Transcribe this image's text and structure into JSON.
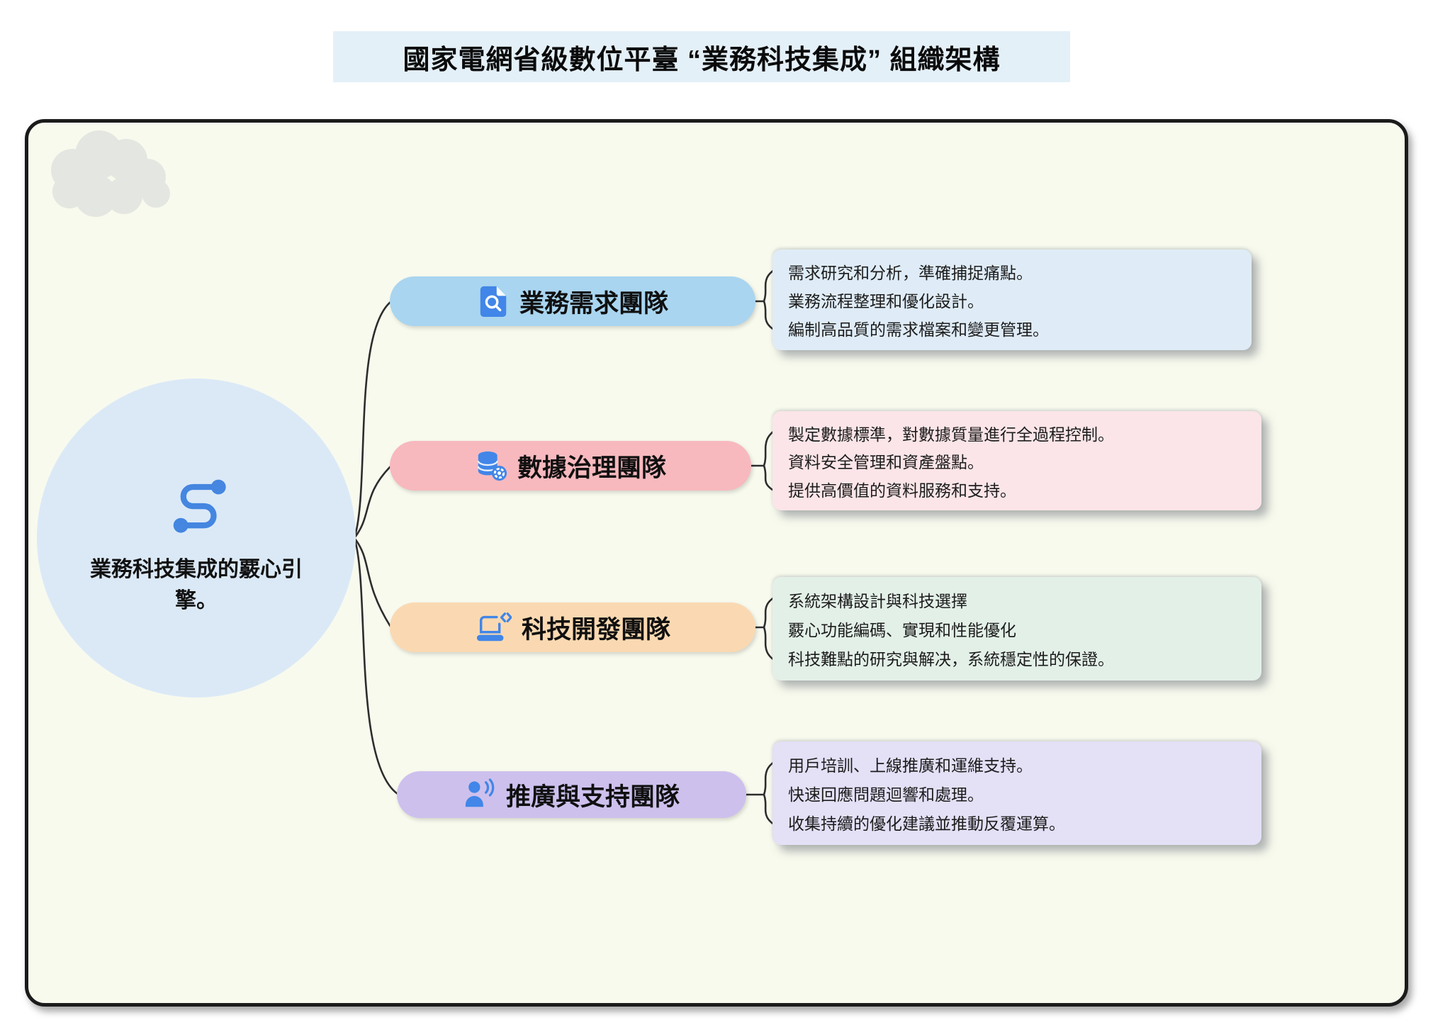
{
  "title": "國家電網省級數位平臺 “業務科技集成” 組織架構",
  "colors": {
    "page_bg": "#FFFFFF",
    "title_bg": "#E4F0F8",
    "canvas_bg": "#F8FAEE",
    "canvas_border": "#1B1B1B",
    "accent_blue": "#4186E8",
    "central_circle": "#DBE9F7",
    "connector_line": "#2D2D2D",
    "cloud": "#E4E6E1"
  },
  "center": {
    "label": "業務科技集成的覈心引擎。",
    "icon": "route-path-icon",
    "bg": "#DBE9F7"
  },
  "branches": [
    {
      "label": "業務需求團隊",
      "icon": "document-search-icon",
      "pill_color": "#A9D5F0",
      "card_color": "#DFECF7",
      "items": [
        "需求研究和分析，準確捕捉痛點。",
        "業務流程整理和優化設計。",
        "編制高品質的需求檔案和變更管理。"
      ]
    },
    {
      "label": "數據治理團隊",
      "icon": "database-gear-icon",
      "pill_color": "#F7B9BE",
      "card_color": "#FBE5E8",
      "items": [
        "製定數據標準，對數據質量進行全過程控制。",
        "資料安全管理和資產盤點。",
        "提供高價值的資料服務和支持。"
      ]
    },
    {
      "label": "科技開發團隊",
      "icon": "laptop-code-icon",
      "pill_color": "#FAD9B2",
      "card_color": "#E3F0E8",
      "items": [
        "系統架構設計與科技選擇",
        "覈心功能編碼、實現和性能優化",
        "科技難點的研究與解决，系統穩定性的保證。"
      ]
    },
    {
      "label": "推廣與支持團隊",
      "icon": "person-announce-icon",
      "pill_color": "#CDC0ED",
      "card_color": "#E4E0F6",
      "items": [
        "用戶培訓、上線推廣和運維支持。",
        "快速回應問題迴響和處理。",
        "收集持續的優化建議並推動反覆運算。"
      ]
    }
  ]
}
